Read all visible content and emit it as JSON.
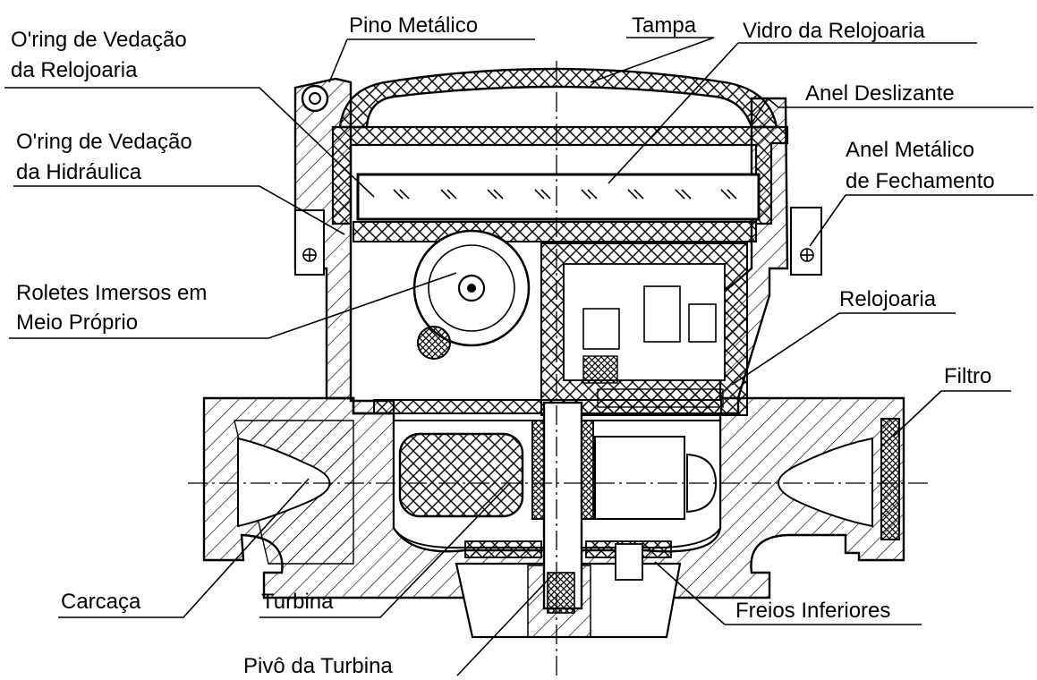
{
  "labels": {
    "oring_relojoaria": [
      "O'ring de Vedação",
      "da Relojoaria"
    ],
    "pino_metalico": "Pino Metálico",
    "tampa": "Tampa",
    "vidro_relojoaria": "Vidro da Relojoaria",
    "anel_deslizante": "Anel Deslizante",
    "oring_hidraulica": [
      "O'ring de Vedação",
      "da Hidráulica"
    ],
    "anel_metalico": [
      "Anel Metálico",
      "de Fechamento"
    ],
    "roletes": [
      "Roletes Imersos em",
      "Meio Próprio"
    ],
    "relojoaria": "Relojoaria",
    "filtro": "Filtro",
    "carcaca": "Carcaça",
    "turbina": "Turbina",
    "freios": "Freios Inferiores",
    "pivo": "Pivô da Turbina"
  },
  "colors": {
    "ink": "#000000",
    "background": "#ffffff"
  }
}
